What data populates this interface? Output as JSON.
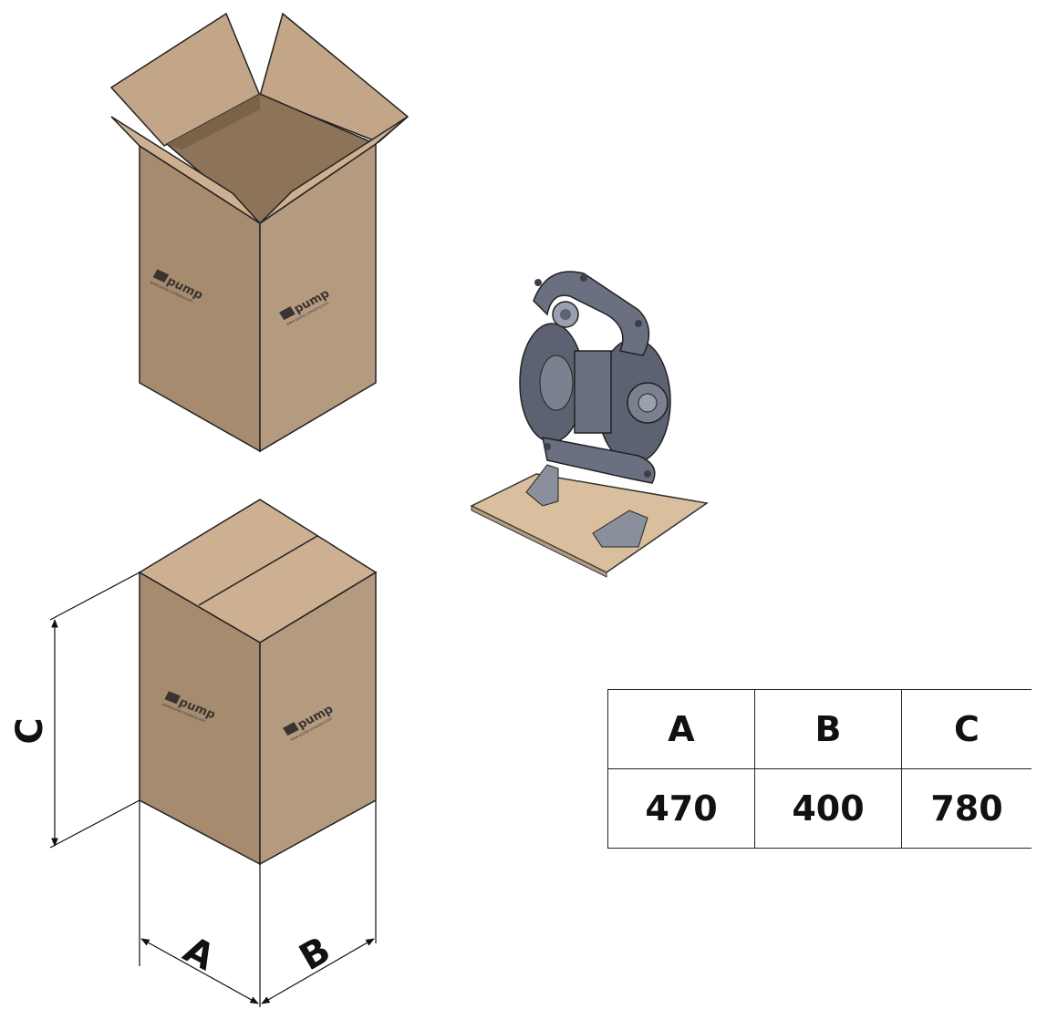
{
  "box_brand": {
    "logo_text": "pump",
    "logo_sub": "www.pump-company.com"
  },
  "dimension_labels": {
    "a": "A",
    "b": "B",
    "c": "C"
  },
  "dimension_table": {
    "headers": [
      "A",
      "B",
      "C"
    ],
    "values": [
      "470",
      "400",
      "780"
    ]
  },
  "colors": {
    "cardboard_left": "#a68b6f",
    "cardboard_right": "#b49b80",
    "cardboard_top": "#cdb092",
    "cardboard_inner": "#8d7458",
    "pallet": "#d9bf9e",
    "pump_body": "#5d6272"
  }
}
